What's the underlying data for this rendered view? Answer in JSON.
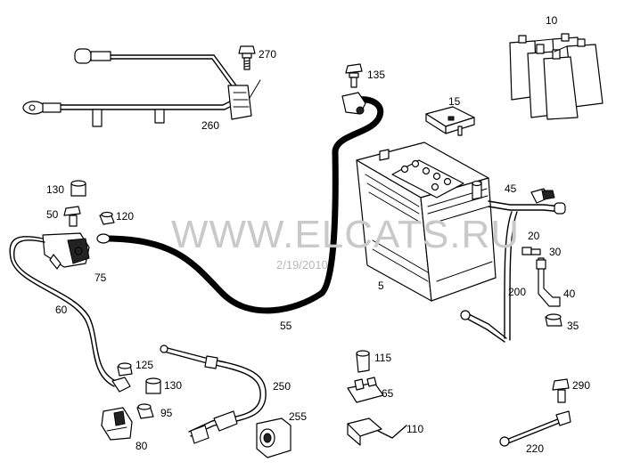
{
  "watermark": {
    "site": "WWW.ELCATS.RU",
    "date": "2/19/2010"
  },
  "part_labels": {
    "p5": "5",
    "p10": "10",
    "p15": "15",
    "p20": "20",
    "p30": "30",
    "p35": "35",
    "p40": "40",
    "p45": "45",
    "p50": "50",
    "p55": "55",
    "p60": "60",
    "p65": "65",
    "p75": "75",
    "p80": "80",
    "p95": "95",
    "p110": "110",
    "p115": "115",
    "p120": "120",
    "p125": "125",
    "p130a": "130",
    "p130b": "130",
    "p135": "135",
    "p200": "200",
    "p220": "220",
    "p250": "250",
    "p255": "255",
    "p260": "260",
    "p270": "270",
    "p290": "290"
  }
}
